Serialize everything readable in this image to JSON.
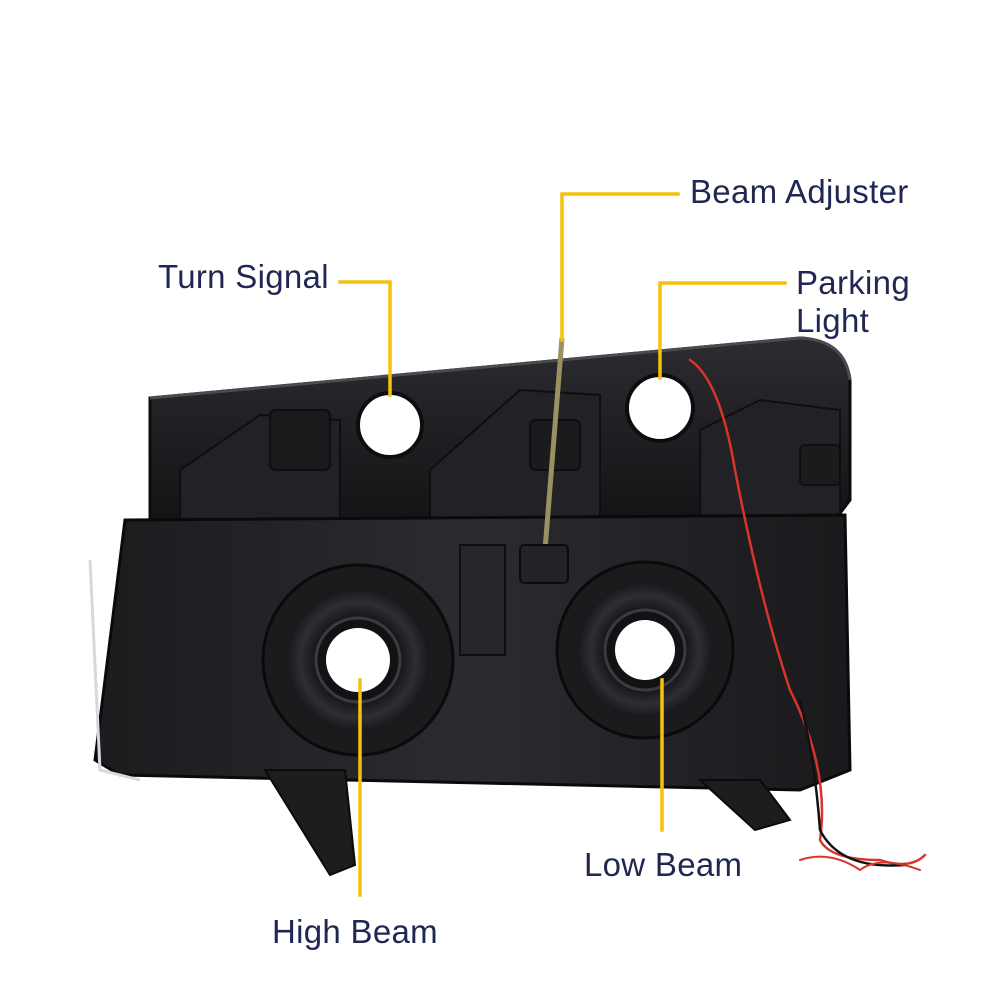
{
  "colors": {
    "label_text": "#1f2752",
    "callout_line": "#f4c20d",
    "housing_dark": "#1a1a1c",
    "housing_mid": "#2a2a2e",
    "light_port": "#ffffff",
    "wire_red": "#d9342b",
    "wire_black": "#111111"
  },
  "diagram": {
    "subject": "headlight-assembly-rear-view",
    "callouts": [
      {
        "id": "beam-adjuster",
        "label": "Beam Adjuster"
      },
      {
        "id": "turn-signal",
        "label": "Turn Signal"
      },
      {
        "id": "parking-light",
        "label": "Parking\nLight"
      },
      {
        "id": "low-beam",
        "label": "Low Beam"
      },
      {
        "id": "high-beam",
        "label": "High Beam"
      }
    ]
  }
}
